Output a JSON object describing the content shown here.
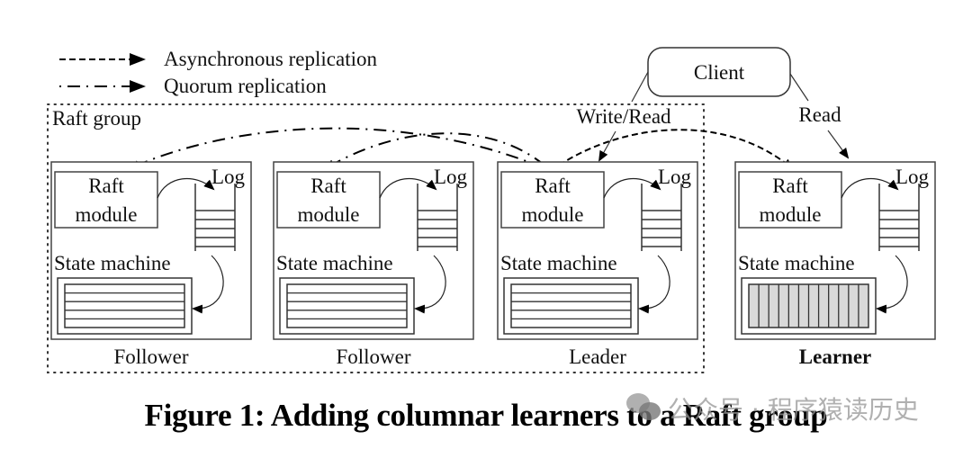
{
  "legend": {
    "items": [
      {
        "label": "Asynchronous replication",
        "style": "dashed"
      },
      {
        "label": "Quorum replication",
        "style": "dash-dot"
      }
    ]
  },
  "group": {
    "label": "Raft group"
  },
  "client": {
    "label": "Client",
    "left_edge_label": "Write/Read",
    "right_edge_label": "Read"
  },
  "nodes": [
    {
      "role": "Follower",
      "raft_label_1": "Raft",
      "raft_label_2": "module",
      "log_label": "Log",
      "sm_label": "State machine",
      "storage": "row"
    },
    {
      "role": "Follower",
      "raft_label_1": "Raft",
      "raft_label_2": "module",
      "log_label": "Log",
      "sm_label": "State machine",
      "storage": "row"
    },
    {
      "role": "Leader",
      "raft_label_1": "Raft",
      "raft_label_2": "module",
      "log_label": "Log",
      "sm_label": "State machine",
      "storage": "row"
    },
    {
      "role": "Learner",
      "raft_label_1": "Raft",
      "raft_label_2": "module",
      "log_label": "Log",
      "sm_label": "State machine",
      "storage": "columnar"
    }
  ],
  "caption": "Figure 1: Adding columnar learners to a Raft group",
  "watermark": "公众号 · 程序猿读历史",
  "colors": {
    "stroke": "#333333",
    "columnar_fill": "#d9d9d9",
    "text": "#111111"
  }
}
